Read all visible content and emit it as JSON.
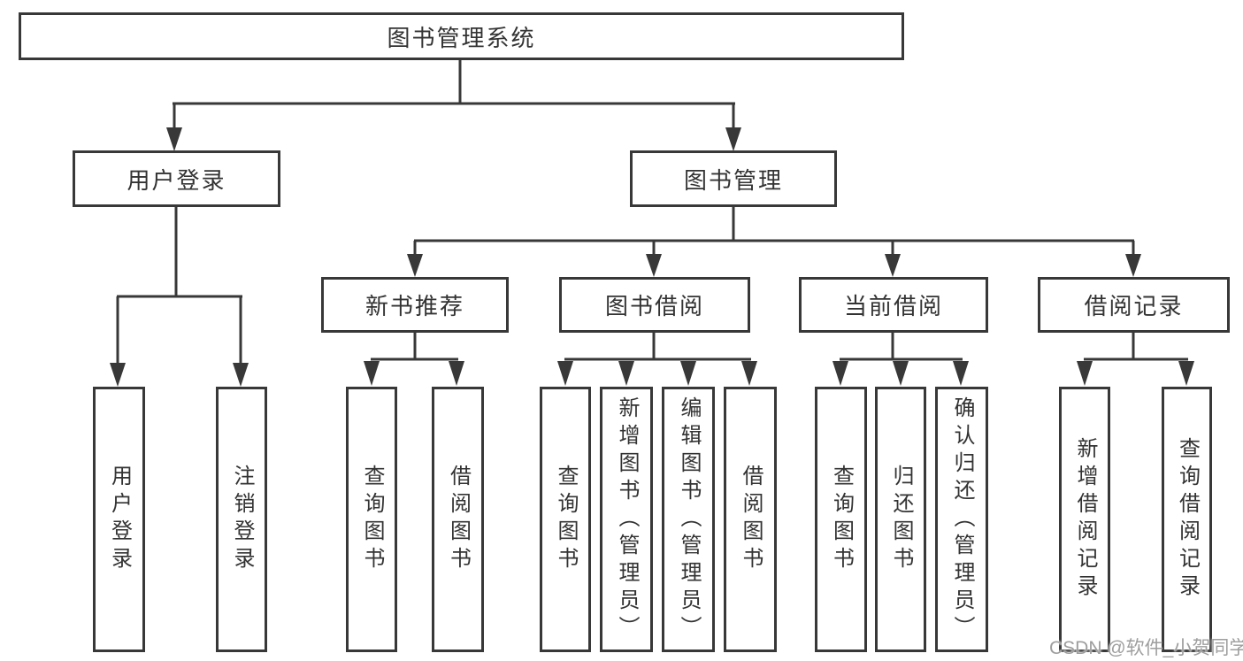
{
  "tree": {
    "root": {
      "label": "图书管理系统",
      "children": [
        {
          "label": "用户登录",
          "children": [
            {
              "label": "用户登录"
            },
            {
              "label": "注销登录"
            }
          ]
        },
        {
          "label": "图书管理",
          "children": [
            {
              "label": "新书推荐",
              "children": [
                {
                  "label": "查询图书"
                },
                {
                  "label": "借阅图书"
                }
              ]
            },
            {
              "label": "图书借阅",
              "children": [
                {
                  "label": "查询图书"
                },
                {
                  "label": "新增图书（管理员）"
                },
                {
                  "label": "编辑图书（管理员）"
                },
                {
                  "label": "借阅图书"
                }
              ]
            },
            {
              "label": "当前借阅",
              "children": [
                {
                  "label": "查询图书"
                },
                {
                  "label": "归还图书"
                },
                {
                  "label": "确认归还（管理员）"
                }
              ]
            },
            {
              "label": "借阅记录",
              "children": [
                {
                  "label": "新增借阅记录"
                },
                {
                  "label": "查询借阅记录"
                }
              ]
            }
          ]
        }
      ]
    }
  },
  "watermark": {
    "text": "CSDN @软件_小贺同学"
  },
  "colors": {
    "line": "#383838",
    "border": "#383838",
    "text": "#333333",
    "watermark": "#9e9e9e",
    "background": "#ffffff"
  }
}
